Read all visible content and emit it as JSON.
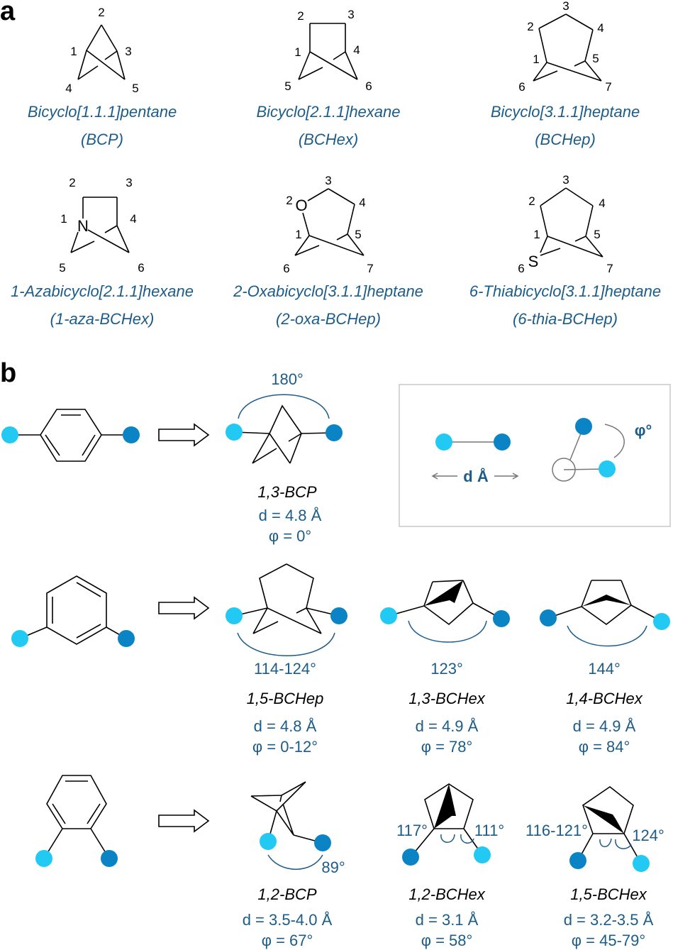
{
  "panel_a": {
    "label": "a",
    "structures": [
      {
        "name": "Bicyclo[1.1.1]pentane",
        "abbr": "(BCP)",
        "numbers": [
          "1",
          "2",
          "3",
          "4",
          "5"
        ]
      },
      {
        "name": "Bicyclo[2.1.1]hexane",
        "abbr": "(BCHex)",
        "numbers": [
          "1",
          "2",
          "3",
          "4",
          "5",
          "6"
        ]
      },
      {
        "name": "Bicyclo[3.1.1]heptane",
        "abbr": "(BCHep)",
        "numbers": [
          "1",
          "2",
          "3",
          "4",
          "5",
          "6",
          "7"
        ]
      },
      {
        "name": "1-Azabicyclo[2.1.1]hexane",
        "abbr": "(1-aza-BCHex)",
        "numbers": [
          "1",
          "2",
          "3",
          "4",
          "5",
          "6"
        ],
        "heteroatom": "N"
      },
      {
        "name": "2-Oxabicyclo[3.1.1]heptane",
        "abbr": "(2-oxa-BCHep)",
        "numbers": [
          "1",
          "2",
          "3",
          "4",
          "5",
          "6",
          "7"
        ],
        "heteroatom": "O"
      },
      {
        "name": "6-Thiabicyclo[3.1.1]heptane",
        "abbr": "(6-thia-BCHep)",
        "numbers": [
          "1",
          "2",
          "3",
          "4",
          "5",
          "6",
          "7"
        ],
        "heteroatom": "S"
      }
    ]
  },
  "panel_b": {
    "label": "b",
    "legend": {
      "distance": "d Å",
      "angle": "φ°"
    },
    "para": [
      {
        "name": "1,3-BCP",
        "angle": "180°",
        "d": "d = 4.8 Å",
        "phi": "φ = 0°"
      }
    ],
    "meta": [
      {
        "name": "1,5-BCHep",
        "angle": "114-124°",
        "d": "d = 4.8 Å",
        "phi": "φ = 0-12°"
      },
      {
        "name": "1,3-BCHex",
        "angle": "123°",
        "d": "d = 4.9 Å",
        "phi": "φ = 78°"
      },
      {
        "name": "1,4-BCHex",
        "angle": "144°",
        "d": "d = 4.9 Å",
        "phi": "φ = 84°"
      }
    ],
    "ortho": [
      {
        "name": "1,2-BCP",
        "angle": "89°",
        "d": "d = 3.5-4.0 Å",
        "phi": "φ = 67°"
      },
      {
        "name": "1,2-BCHex",
        "angle_left": "117°",
        "angle_right": "111°",
        "d": "d = 3.1 Å",
        "phi": "φ = 58°"
      },
      {
        "name": "1,5-BCHex",
        "angle_left": "116-121°",
        "angle_right": "124°",
        "d": "d = 3.2-3.5 Å",
        "phi": "φ = 45-79°"
      }
    ]
  }
}
